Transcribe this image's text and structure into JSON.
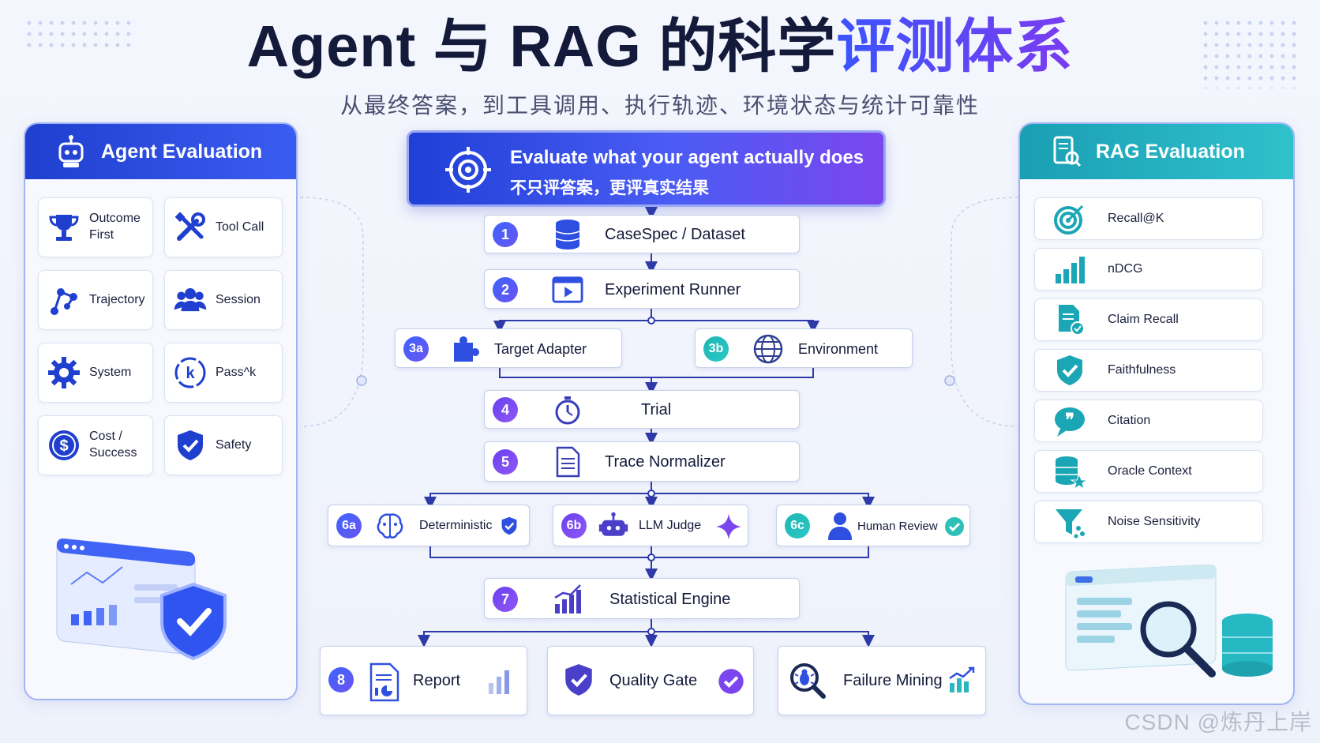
{
  "header": {
    "title_main": "Agent 与 RAG 的科学",
    "title_highlight": "评测体系",
    "subtitle": "从最终答案，到工具调用、执行轨迹、环境状态与统计可靠性"
  },
  "agent_panel": {
    "title": "Agent Evaluation",
    "items": [
      {
        "label": "Outcome\nFirst",
        "icon": "trophy-icon"
      },
      {
        "label": "Tool Call",
        "icon": "tools-icon"
      },
      {
        "label": "Trajectory",
        "icon": "trajectory-icon"
      },
      {
        "label": "Session",
        "icon": "users-icon"
      },
      {
        "label": "System",
        "icon": "gear-icon"
      },
      {
        "label": "Pass^k",
        "icon": "k-dial-icon"
      },
      {
        "label": "Cost /\nSuccess",
        "icon": "dollar-icon"
      },
      {
        "label": "Safety",
        "icon": "shield-check-icon"
      }
    ]
  },
  "rag_panel": {
    "title": "RAG Evaluation",
    "items": [
      {
        "label": "Recall@K",
        "icon": "target-icon"
      },
      {
        "label": "nDCG",
        "icon": "bar-chart-icon"
      },
      {
        "label": "Claim Recall",
        "icon": "document-check-icon"
      },
      {
        "label": "Faithfulness",
        "icon": "shield-check-icon"
      },
      {
        "label": "Citation",
        "icon": "quote-bubble-icon"
      },
      {
        "label": "Oracle Context",
        "icon": "database-star-icon"
      },
      {
        "label": "Noise Sensitivity",
        "icon": "funnel-icon"
      }
    ]
  },
  "banner": {
    "line1": "Evaluate what your agent actually does",
    "line2": "不只评答案，更评真实结果"
  },
  "flow": {
    "s1": {
      "badge": "1",
      "label": "CaseSpec / Dataset"
    },
    "s2": {
      "badge": "2",
      "label": "Experiment Runner"
    },
    "s3a": {
      "badge": "3a",
      "label": "Target Adapter"
    },
    "s3b": {
      "badge": "3b",
      "label": "Environment"
    },
    "s4": {
      "badge": "4",
      "label": "Trial"
    },
    "s5": {
      "badge": "5",
      "label": "Trace Normalizer"
    },
    "s6a": {
      "badge": "6a",
      "label": "Deterministic"
    },
    "s6b": {
      "badge": "6b",
      "label": "LLM Judge"
    },
    "s6c": {
      "badge": "6c",
      "label": "Human Review"
    },
    "s7": {
      "badge": "7",
      "label": "Statistical Engine"
    },
    "s8": {
      "badge": "8",
      "label": "Report"
    },
    "gate": {
      "label": "Quality Gate"
    },
    "failure": {
      "label": "Failure Mining"
    }
  },
  "watermark": "CSDN @炼丹上岸",
  "colors": {
    "primary": "#2f4fe0",
    "accent_purple": "#7b46ee",
    "teal": "#1fb4b8",
    "line": "#2d3aa8"
  }
}
